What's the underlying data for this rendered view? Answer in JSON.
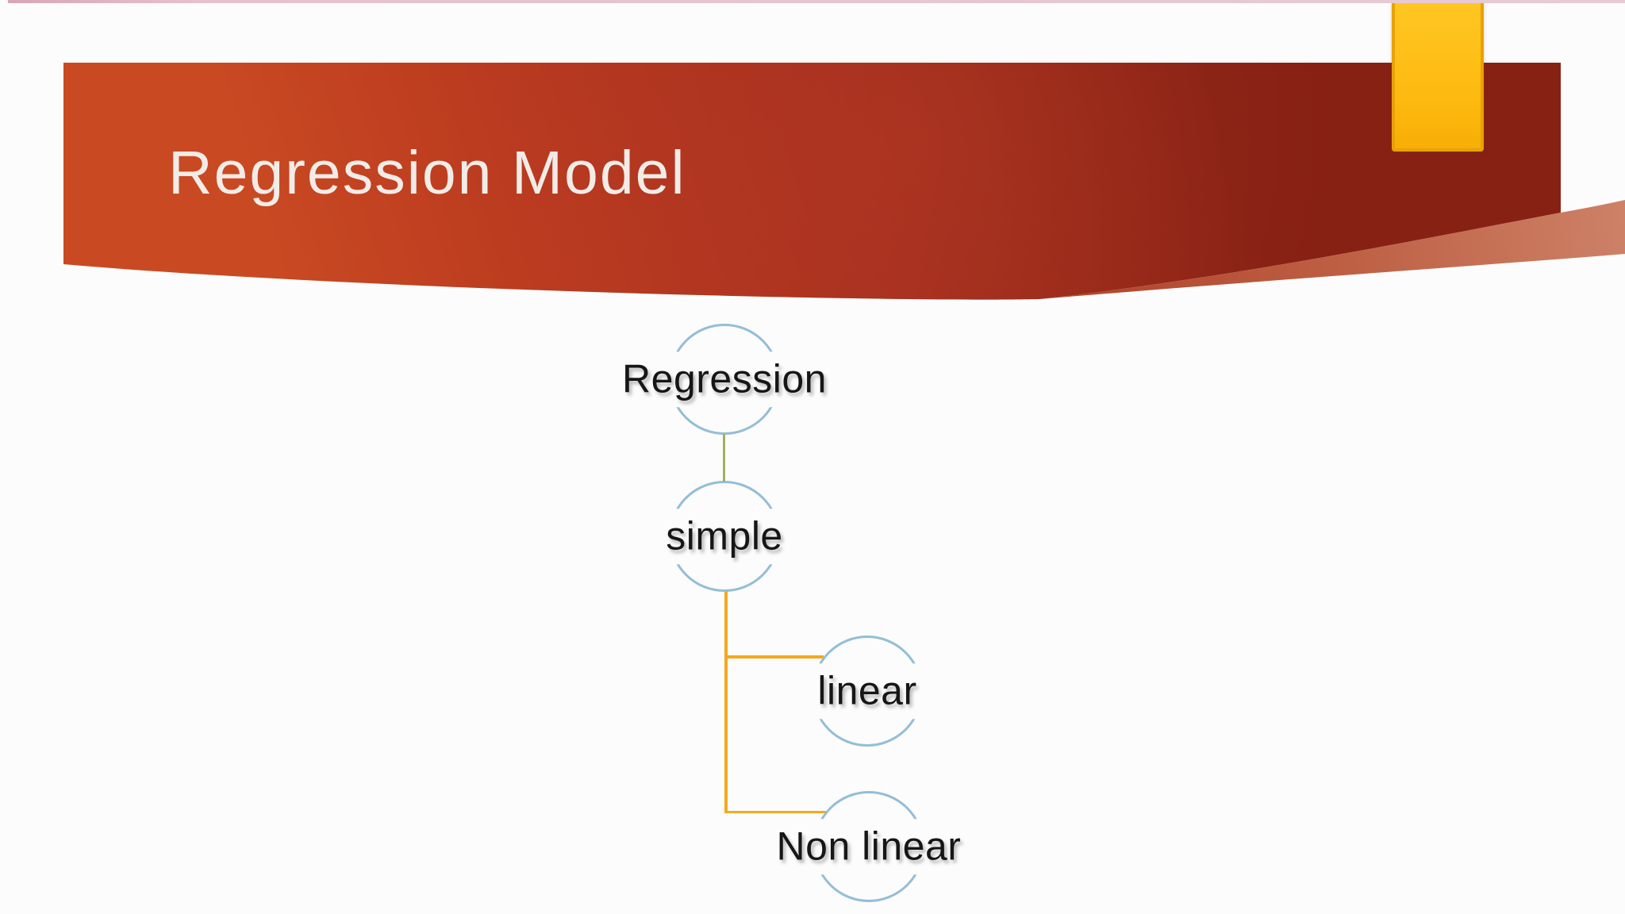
{
  "slide": {
    "title": "Regression Model",
    "theme": {
      "background": "#FCFCFC",
      "banner_red_dark": "#872114",
      "banner_red_bright": "#C94A22",
      "swoosh_red_light": "#CD8167",
      "accent_tab_orange": "#FFBD17",
      "top_line_pink": "#E3C0C9",
      "circle_stroke_blue": "#94BED6",
      "connector_green": "#9CB45C",
      "connector_orange": "#F5A81F",
      "title_text_color": "#F2ECE7",
      "node_text_color": "#161616"
    },
    "diagram": {
      "type": "hierarchy",
      "nodes": [
        {
          "id": "regression",
          "label": "Regression",
          "parent": null
        },
        {
          "id": "simple",
          "label": "simple",
          "parent": "regression"
        },
        {
          "id": "linear",
          "label": "linear",
          "parent": "simple"
        },
        {
          "id": "nonlinear",
          "label": "Non linear",
          "parent": "simple"
        }
      ]
    }
  }
}
